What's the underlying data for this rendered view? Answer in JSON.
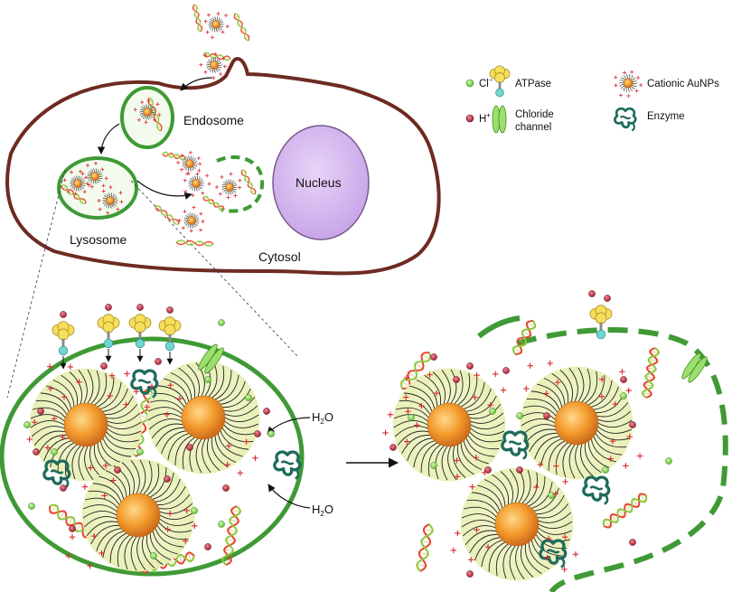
{
  "labels": {
    "endosome": "Endosome",
    "lysosome": "Lysosome",
    "cytosol": "Cytosol",
    "nucleus": "Nucleus",
    "water_h": "H",
    "water_sub": "2",
    "water_o": "O"
  },
  "legend": {
    "chloride_base": "Cl",
    "chloride_sup": "−",
    "proton_base": "H",
    "proton_sup": "+",
    "atpase": "ATPase",
    "chloride_channel_line1": "Chloride",
    "chloride_channel_line2": "channel",
    "aunp": "Cationic AuNPs",
    "enzyme": "Enzyme"
  },
  "colors": {
    "cell_membrane": "#6e2b22",
    "vesicle_membrane": "#3f9a35",
    "vesicle_fill": "#f3fbee",
    "nucleus_fill": "#d5b8ef",
    "nucleus_stroke": "#7a5a8c",
    "gold_core": "#f39a2c",
    "ligand_halo": "#f2f6c9",
    "chloride_ion": "#7fd14a",
    "proton_ion": "#b3263a",
    "enzyme": "#1f6b5c",
    "atpase_head": "#f6de5a",
    "atpase_stalk": "#6fd6d2",
    "dna_strand_a": "#e8452c",
    "dna_strand_b": "#8bc83a",
    "plus_sign": "#d8282f"
  }
}
